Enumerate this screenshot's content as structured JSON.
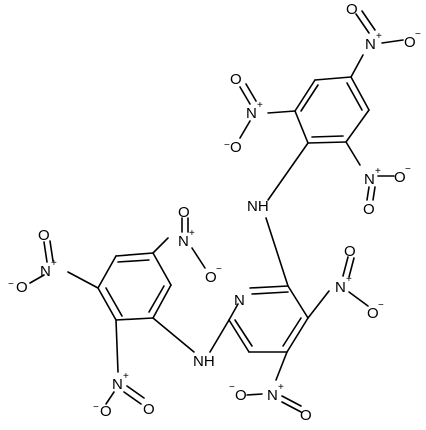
{
  "structure": {
    "atom_labels": {
      "nh_upper": "NH",
      "nh_lower": "NH",
      "pyridine_n": "N",
      "nitro_n": "N",
      "nitro_o_single": "O",
      "nitro_o_double": "O"
    },
    "charges": {
      "plus": "+",
      "minus": "−"
    },
    "nitro_group_count": 8
  }
}
